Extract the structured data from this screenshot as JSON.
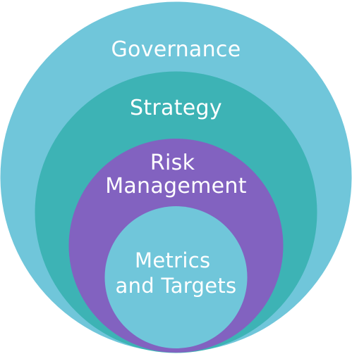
{
  "diagram": {
    "levels": [
      {
        "label_lines": [
          "Governance"
        ],
        "color": "#70C6DA"
      },
      {
        "label_lines": [
          "Strategy"
        ],
        "color": "#3DB3B5"
      },
      {
        "label_lines": [
          "Risk",
          "Management"
        ],
        "color": "#8262C0"
      },
      {
        "label_lines": [
          "Metrics",
          "and Targets"
        ],
        "color": "#70C6DA"
      }
    ]
  }
}
